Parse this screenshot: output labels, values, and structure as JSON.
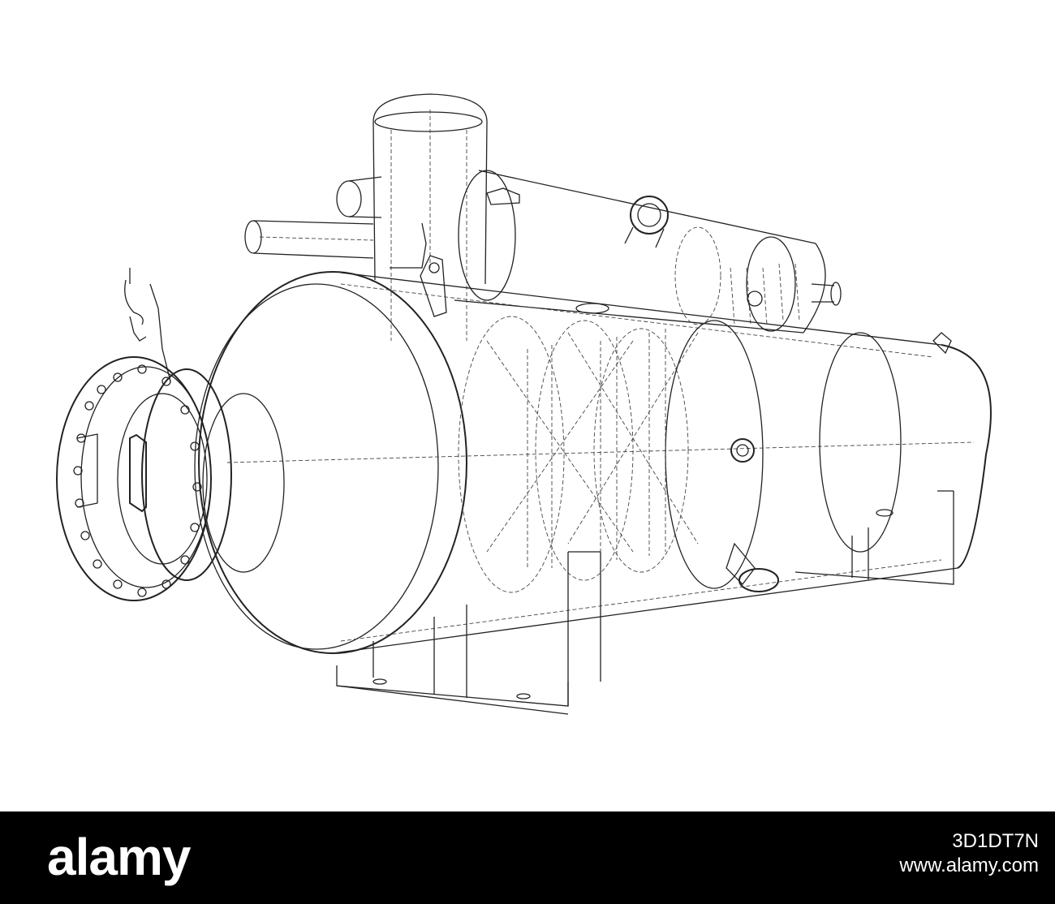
{
  "image": {
    "subject": "pressure-vessel-wireframe"
  },
  "footer": {
    "brand": "alamy",
    "image_id": "3D1DT7N",
    "url": "www.alamy.com",
    "background_color": "#000000",
    "text_color": "#ffffff"
  }
}
